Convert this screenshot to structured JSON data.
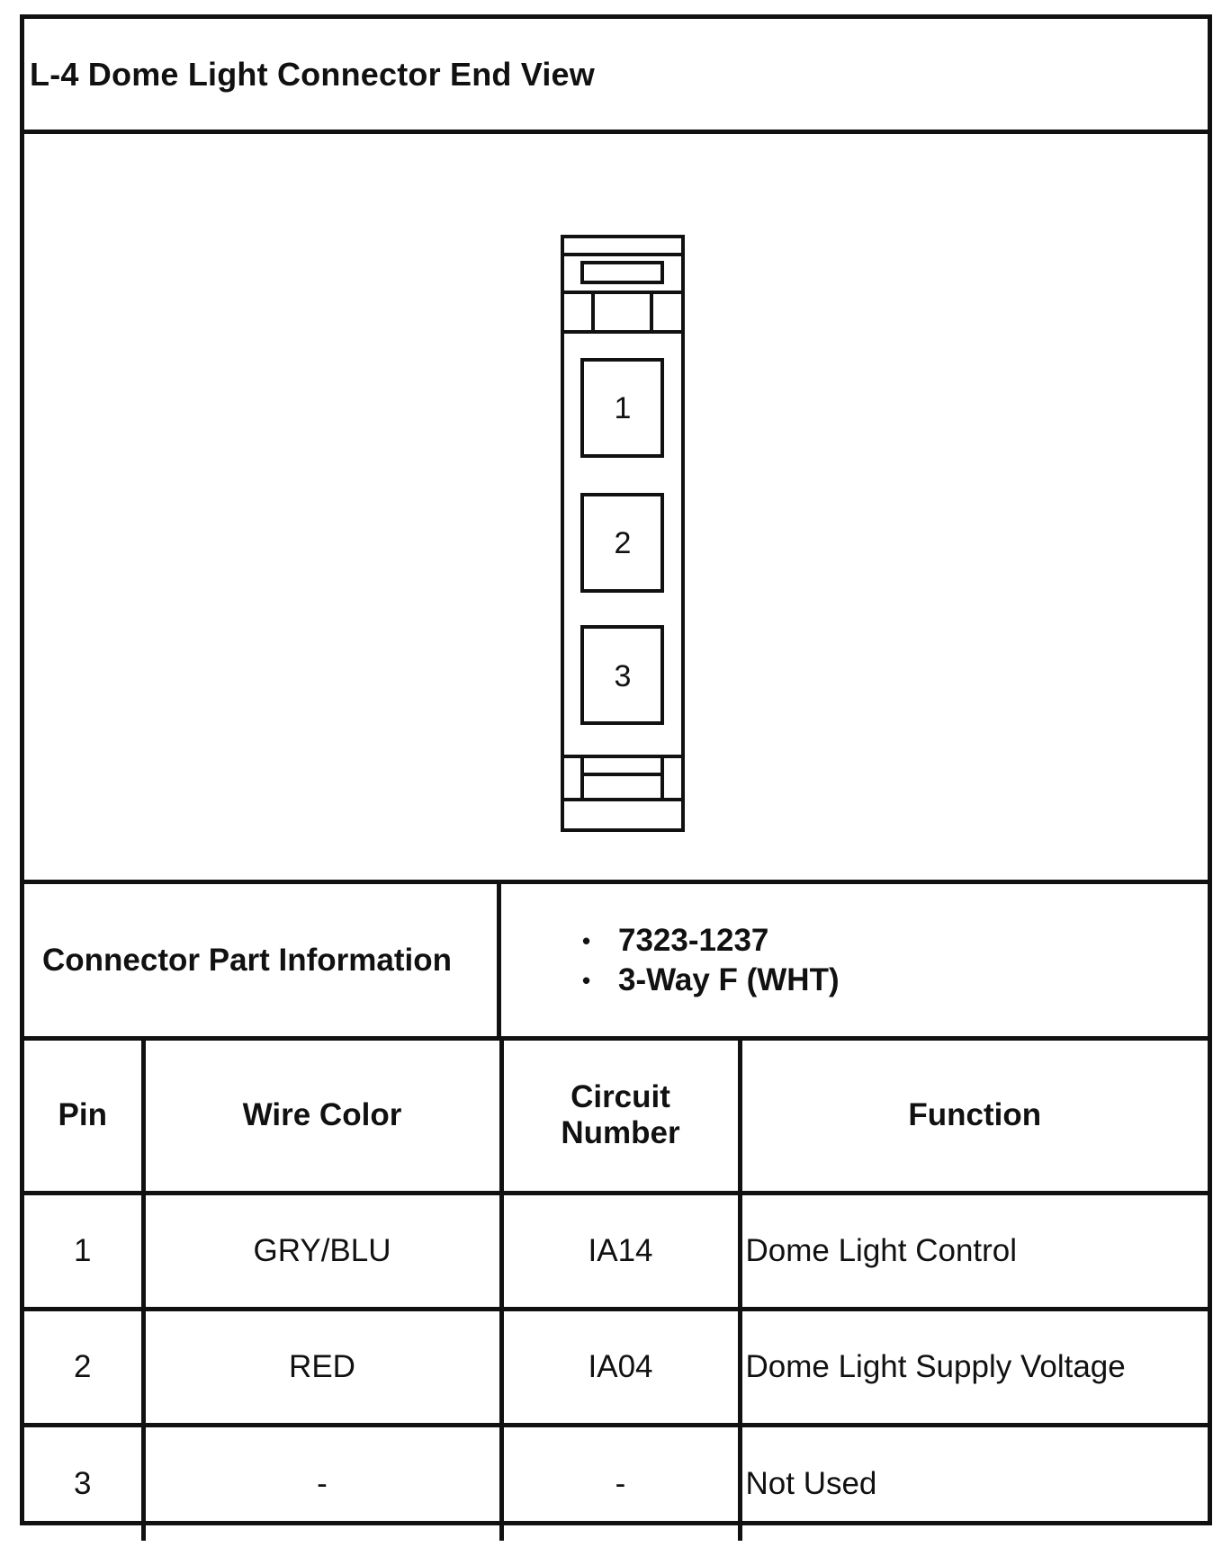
{
  "title": "L-4 Dome Light Connector End View",
  "connector_diagram": {
    "cavities": [
      "1",
      "2",
      "3"
    ]
  },
  "part_info": {
    "label": "Connector Part Information",
    "items": [
      "7323-1237",
      "3-Way F (WHT)"
    ],
    "bullet": "•"
  },
  "table": {
    "headers": {
      "pin": "Pin",
      "wire_color": "Wire Color",
      "circuit_line1": "Circuit",
      "circuit_line2": "Number",
      "function": "Function"
    },
    "rows": [
      {
        "pin": "1",
        "wire_color": "GRY/BLU",
        "circuit": "IA14",
        "function": "Dome Light Control"
      },
      {
        "pin": "2",
        "wire_color": "RED",
        "circuit": "IA04",
        "function": "Dome Light Supply Voltage"
      },
      {
        "pin": "3",
        "wire_color": "-",
        "circuit": "-",
        "function": "Not Used"
      }
    ]
  }
}
